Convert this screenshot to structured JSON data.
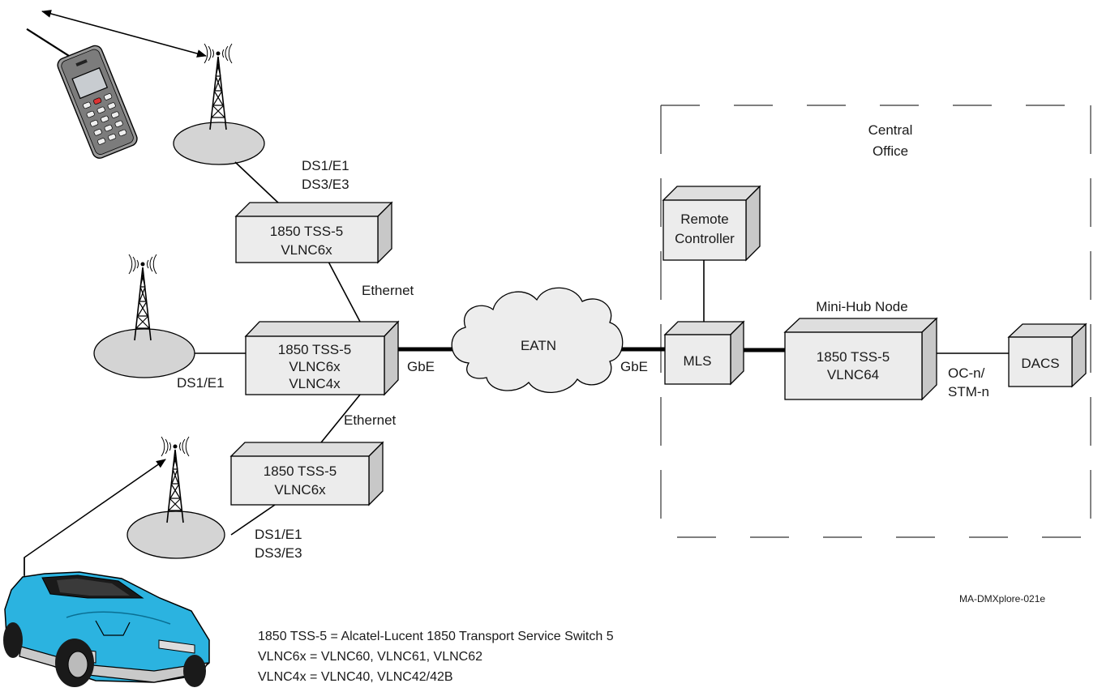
{
  "central_office": {
    "line1": "Central",
    "line2": "Office"
  },
  "remote_controller": {
    "line1": "Remote",
    "line2": "Controller"
  },
  "mini_hub_label": "Mini-Hub Node",
  "nodes": {
    "tss_top": {
      "line1": "1850 TSS-5",
      "line2": "VLNC6x"
    },
    "tss_mid": {
      "line1": "1850 TSS-5",
      "line2": "VLNC6x",
      "line3": "VLNC4x"
    },
    "tss_bottom": {
      "line1": "1850 TSS-5",
      "line2": "VLNC6x"
    },
    "mls": "MLS",
    "tss_hub": {
      "line1": "1850 TSS-5",
      "line2": "VLNC64"
    },
    "dacs": "DACS"
  },
  "cloud": "EATN",
  "links": {
    "top_tdm": {
      "line1": "DS1/E1",
      "line2": "DS3/E3"
    },
    "ethernet_top": "Ethernet",
    "ds1_mid": "DS1/E1",
    "gbe_left": "GbE",
    "gbe_right": "GbE",
    "ethernet_bottom": "Ethernet",
    "bottom_tdm": {
      "line1": "DS1/E1",
      "line2": "DS3/E3"
    },
    "oc": {
      "line1": "OC-n/",
      "line2": "STM-n"
    }
  },
  "figure_id": "MA-DMXplore-021e",
  "legend": [
    "1850 TSS-5 = Alcatel-Lucent 1850 Transport Service Switch 5",
    "VLNC6x = VLNC60, VLNC61, VLNC62",
    "VLNC4x = VLNC40, VLNC42/42B"
  ],
  "colors": {
    "box_front": "#ececec",
    "box_side": "#c8c8c8",
    "box_top": "#dedede",
    "car": "#2bb3e0",
    "site": "#d4d4d4"
  }
}
